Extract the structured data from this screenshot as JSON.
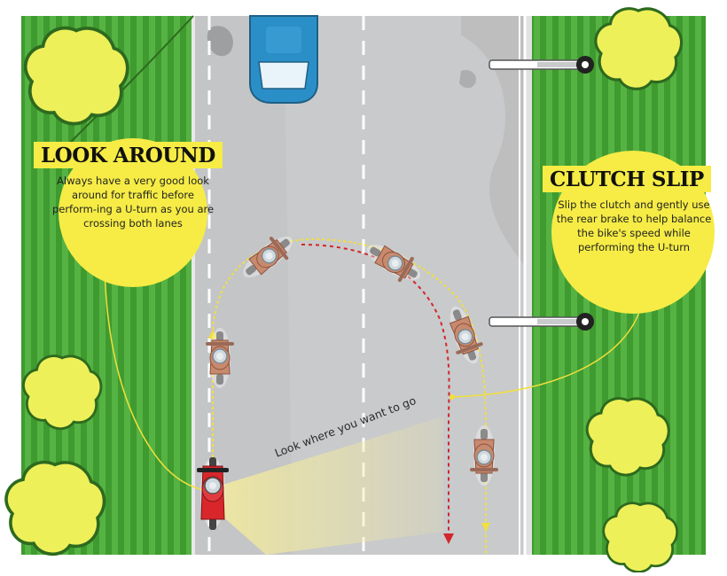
{
  "look_around": {
    "title": "LOOK AROUND",
    "body": "Always have a very good look around for traffic before perform-ing a U-turn as you are crossing both lanes"
  },
  "clutch_slip": {
    "title": "CLUTCH SLIP",
    "body": "Slip the clutch and gently use the rear brake to help balance the bike's speed while performing the U-turn"
  },
  "gaze_label": "Look where you want to go",
  "colors": {
    "grass": "#3f9a2f",
    "grass_stripe": "#55b343",
    "road": "#c9cacb",
    "callout_yellow": "#f6ec45",
    "path_yellow": "#f1e03a",
    "path_red": "#d2262c",
    "car_blue": "#2a8fc7",
    "bike_red": "#d8262b"
  },
  "icons": [
    "car-icon",
    "motorcycle-icon",
    "rider-icon",
    "bush-icon",
    "road-sign-icon"
  ]
}
